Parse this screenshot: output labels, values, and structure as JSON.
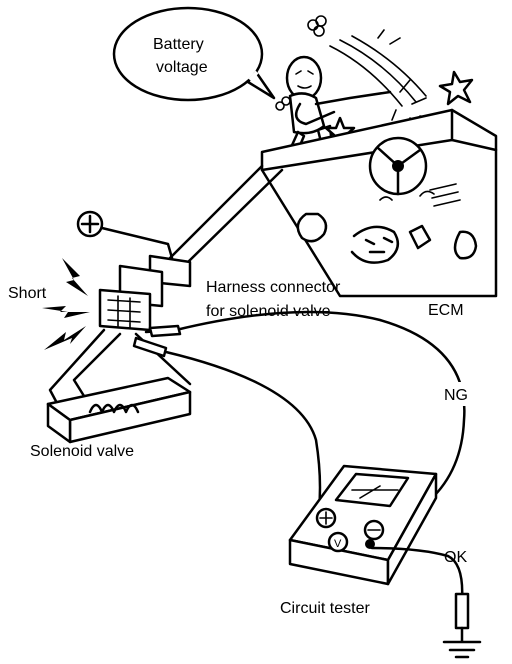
{
  "labels": {
    "speech": [
      "Battery",
      "voltage"
    ],
    "harness": [
      "Harness connector",
      "for solenoid valve"
    ],
    "ecm": "ECM",
    "short": "Short",
    "ng": "NG",
    "solenoid": "Solenoid valve",
    "ok": "OK",
    "tester": "Circuit tester"
  },
  "icons": [
    "plus-terminal-icon",
    "minus-terminal-icon",
    "voltage-icon",
    "ground-icon",
    "lightning-icon",
    "star-icon",
    "puff-icon",
    "steering-wheel-icon"
  ]
}
